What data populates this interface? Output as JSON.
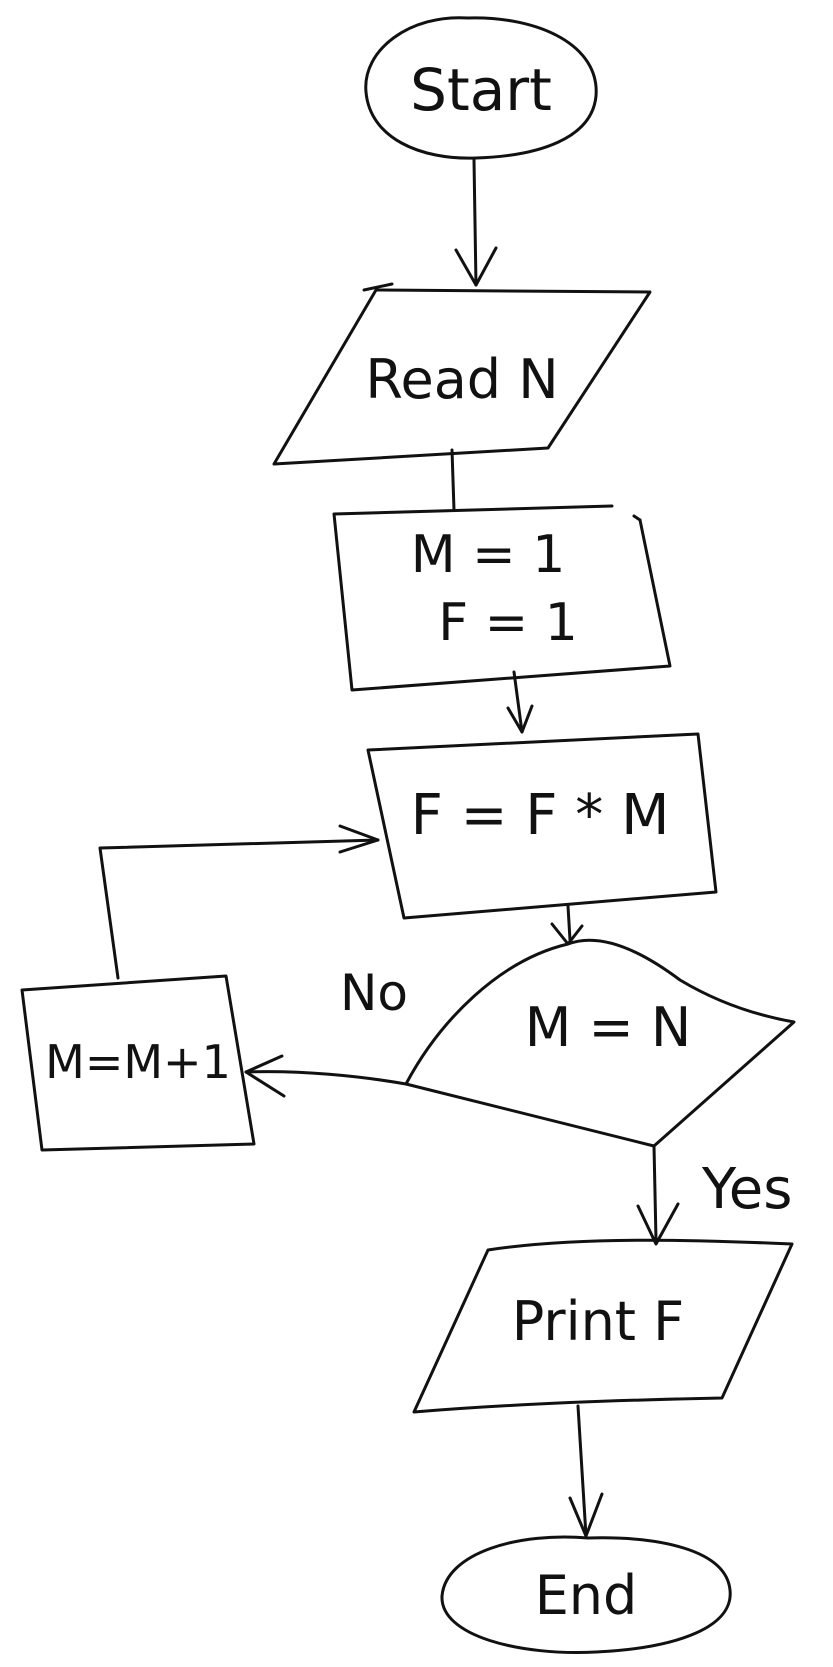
{
  "diagram": {
    "type": "flowchart",
    "ink_color": "#111111",
    "background": "#ffffff",
    "nodes": {
      "start": {
        "shape": "terminator",
        "text": "Start"
      },
      "read_n": {
        "shape": "input-output",
        "text": "Read N"
      },
      "init": {
        "shape": "process",
        "lines": [
          "M = 1",
          "F = 1"
        ]
      },
      "multiply": {
        "shape": "process",
        "text": "F = F * M"
      },
      "decision": {
        "shape": "decision",
        "text": "M = N"
      },
      "increment": {
        "shape": "process",
        "text": "M=M+1"
      },
      "print_f": {
        "shape": "input-output",
        "text": "Print F"
      },
      "end": {
        "shape": "terminator",
        "text": "End"
      }
    },
    "edges": {
      "no_label": "No",
      "yes_label": "Yes"
    }
  }
}
